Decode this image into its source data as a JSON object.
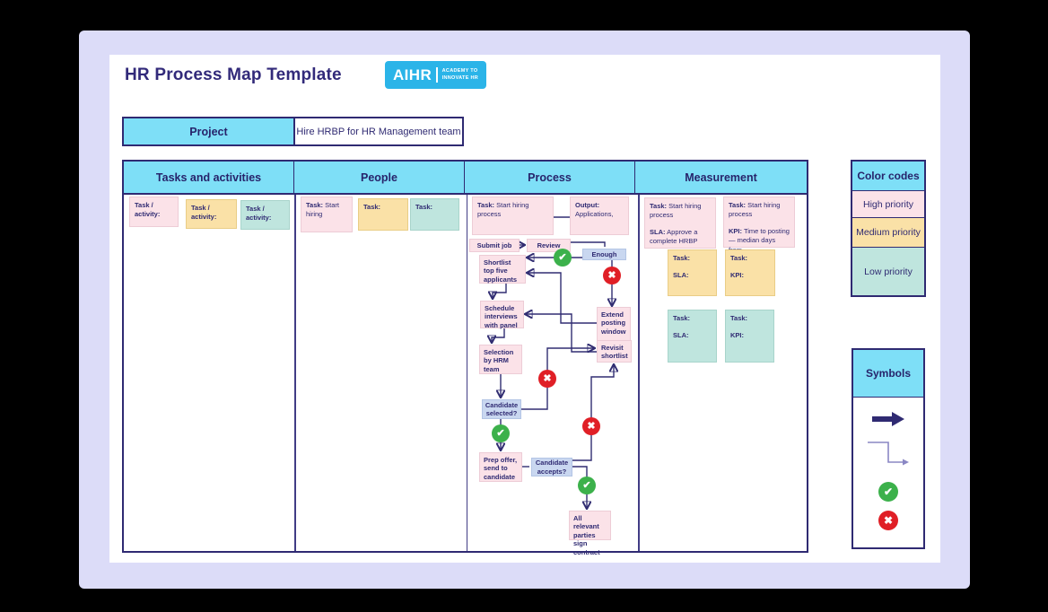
{
  "page": {
    "title": "HR Process Map Template"
  },
  "logo": {
    "brand": "AIHR",
    "tagline_line1": "ACADEMY TO",
    "tagline_line2": "INNOVATE HR"
  },
  "project": {
    "label": "Project",
    "value": "Hire HRBP for HR Management team"
  },
  "table": {
    "headers": [
      "Tasks and activities",
      "People",
      "Process",
      "Measurement"
    ]
  },
  "tasks": {
    "notes": [
      {
        "text": "Task / activity:",
        "tone": "pink"
      },
      {
        "text": "Task / activity:",
        "tone": "yellow"
      },
      {
        "text": "Task / activity:",
        "tone": "teal"
      }
    ]
  },
  "people": {
    "notes": [
      {
        "label": "Task:",
        "value": "Start hiring",
        "tone": "pink"
      },
      {
        "label": "Task:",
        "value": "",
        "tone": "yellow"
      },
      {
        "label": "Task:",
        "value": "",
        "tone": "teal"
      }
    ]
  },
  "process": {
    "task_note": {
      "label": "Task:",
      "value": "Start hiring process"
    },
    "output_note": {
      "label": "Output:",
      "value": "Applications,"
    },
    "steps": {
      "submit": "Submit job",
      "review": "Review",
      "enough": "Enough",
      "shortlist": "Shortlist top five applicants",
      "schedule": "Schedule interviews with panel",
      "extend": "Extend posting window",
      "revisit": "Revisit shortlist",
      "selection": "Selection by HRM team",
      "candidate_selected": "Candidate selected?",
      "prep_offer": "Prep offer, send to candidate",
      "candidate_accepts": "Candidate accepts?",
      "sign_contract": "All relevant parties sign contract"
    }
  },
  "measurement": {
    "notes": [
      {
        "t_label": "Task:",
        "t_value": "Start hiring process",
        "m_label": "SLA:",
        "m_value": "Approve a complete HRBP",
        "tone": "pink"
      },
      {
        "t_label": "Task:",
        "t_value": "Start hiring process",
        "m_label": "KPI:",
        "m_value": "Time to posting — median days from",
        "tone": "pink"
      },
      {
        "t_label": "Task:",
        "t_value": "",
        "m_label": "SLA:",
        "m_value": "",
        "tone": "yellow"
      },
      {
        "t_label": "Task:",
        "t_value": "",
        "m_label": "KPI:",
        "m_value": "",
        "tone": "yellow"
      },
      {
        "t_label": "Task:",
        "t_value": "",
        "m_label": "SLA:",
        "m_value": "",
        "tone": "teal"
      },
      {
        "t_label": "Task:",
        "t_value": "",
        "m_label": "KPI:",
        "m_value": "",
        "tone": "teal"
      }
    ]
  },
  "color_codes": {
    "title": "Color codes",
    "items": [
      {
        "label": "High priority",
        "color": "#FBE2E8"
      },
      {
        "label": "Medium priority",
        "color": "#FAE1A7"
      },
      {
        "label": "Low priority",
        "color": "#BFE5DE"
      }
    ]
  },
  "symbols": {
    "title": "Symbols",
    "items": [
      "bold-arrow",
      "elbow-connector",
      "yes-check",
      "no-cross"
    ]
  },
  "palette": {
    "cyan": "#7EDFF7",
    "pink": "#FBE2E8",
    "yellow": "#FAE1A7",
    "teal": "#BFE5DE",
    "decision_blue": "#C9D7F0",
    "navy": "#2F2A72",
    "green": "#3CB14B",
    "red": "#E01F26",
    "logo_blue": "#2BB4E8",
    "lavender_bg": "#DCDCF8",
    "outer_bg": "#000000"
  }
}
